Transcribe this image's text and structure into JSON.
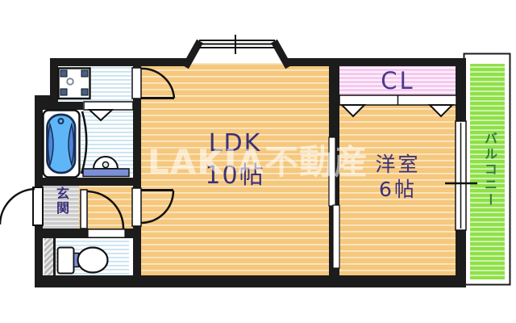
{
  "plan": {
    "type": "floor-plan",
    "rooms": {
      "ldk": {
        "name": "LDK",
        "size": "10帖"
      },
      "bedroom": {
        "name": "洋室",
        "size": "6帖"
      },
      "closet": {
        "label": "CL"
      },
      "entrance": {
        "label": "玄関"
      },
      "balcony": {
        "label": "バルコニー"
      }
    },
    "watermark": {
      "text": "LAKIA不動産"
    },
    "fixtures": [
      "bathtub",
      "wash-basin",
      "washing-machine-pan",
      "toilet",
      "kitchen-bay-window"
    ],
    "colors": {
      "wall": "#1C1C1C",
      "wood_floor": "#F5C87E",
      "water_area_stripe": "#C9E2F0",
      "closet_pink": "#F5C9EF",
      "balcony_green": "#8FE049",
      "entrance_gray": "#CBCBCB",
      "bathtub_blue": "#5FB6F6",
      "label_navy": "#3B3178",
      "balcony_label_green": "#2F7A3A"
    }
  }
}
